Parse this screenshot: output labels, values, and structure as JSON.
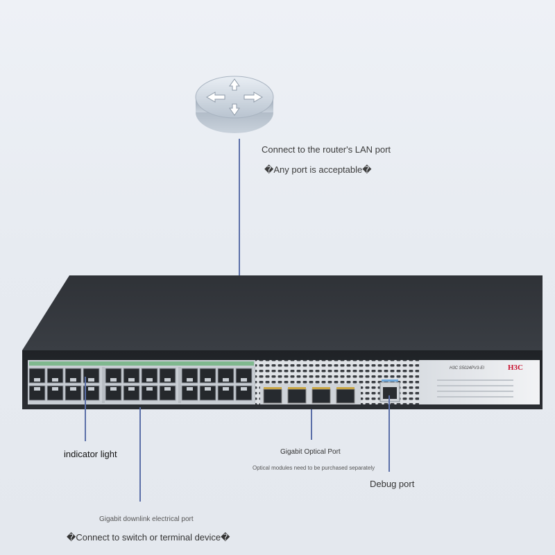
{
  "callouts": {
    "router_port": "Connect to the router's LAN port",
    "router_note": "�Any port is acceptable�",
    "indicator": "indicator light",
    "optical_port": "Gigabit Optical Port",
    "optical_note": "Optical modules need to be purchased separately",
    "debug_port": "Debug port",
    "downlink_port": "Gigabit downlink electrical port",
    "downlink_note": "�Connect to switch or terminal device�"
  },
  "device": {
    "brand": "H3C",
    "model": "H3C S5024PV3-EI"
  },
  "icons": {
    "router": "router-icon"
  }
}
